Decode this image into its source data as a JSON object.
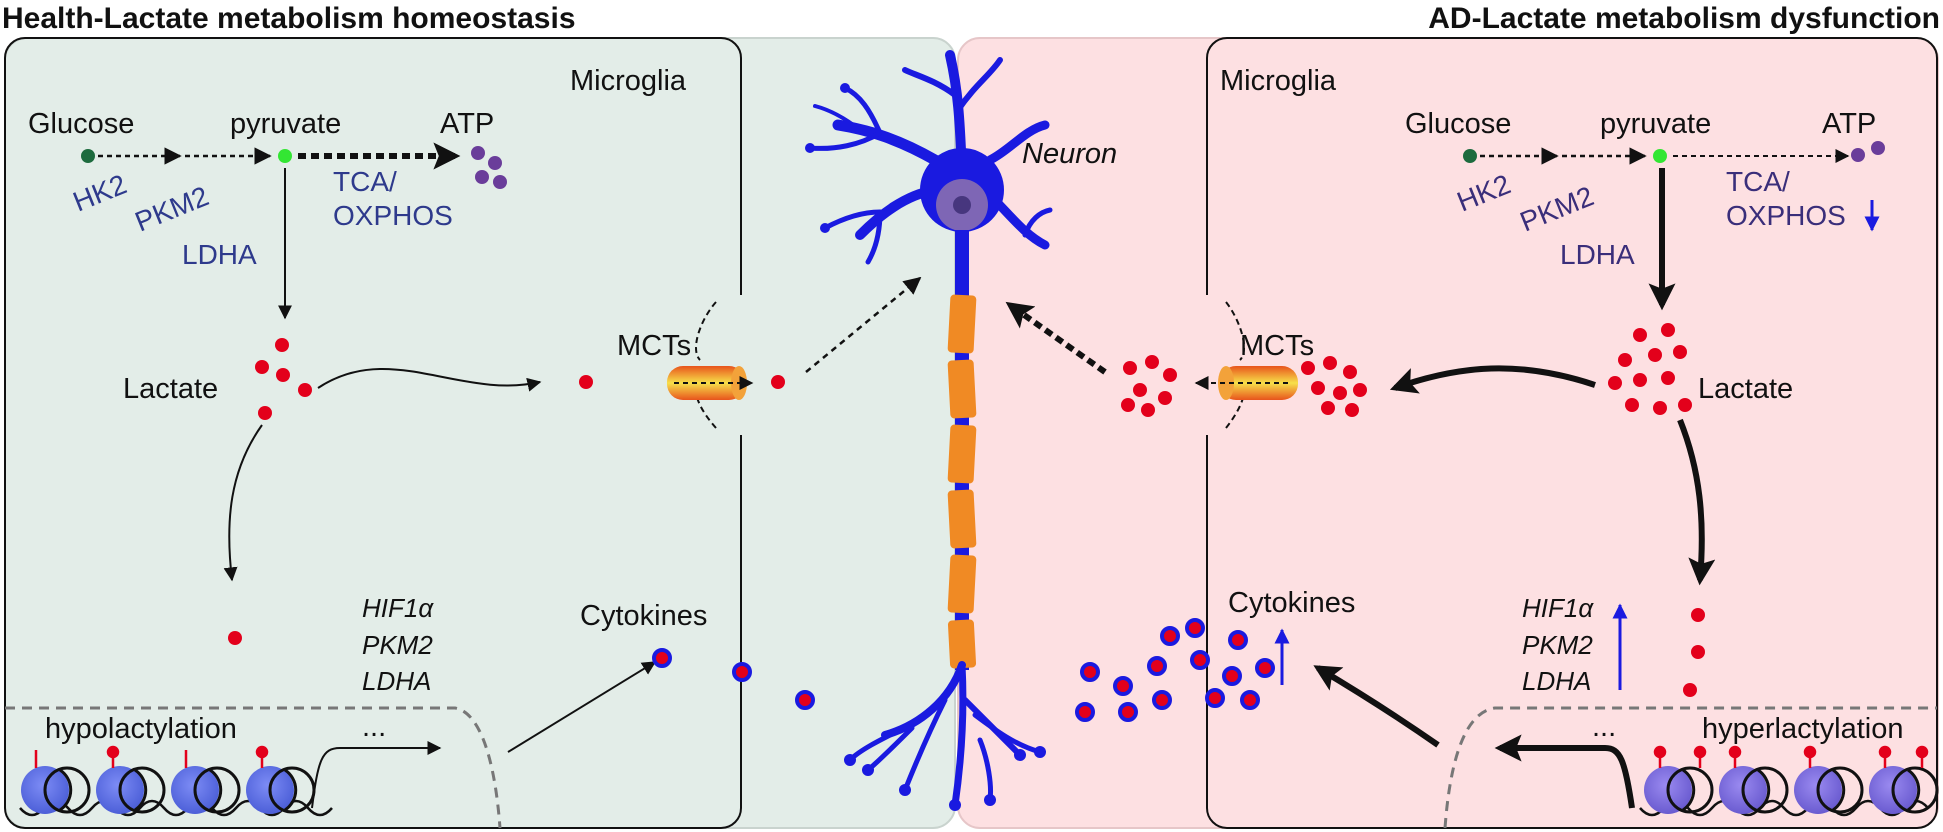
{
  "titles": {
    "left": "Health-Lactate metabolism homeostasis",
    "right": "AD-Lactate metabolism dysfunction"
  },
  "left": {
    "cell_label": "Microglia",
    "glucose": "Glucose",
    "pyruvate": "pyruvate",
    "atp": "ATP",
    "hk2": "HK2",
    "pkm2": "PKM2",
    "tca": "TCA/",
    "oxphos": "OXPHOS",
    "ldha": "LDHA",
    "lactate": "Lactate",
    "mcts": "MCTs",
    "cytokines": "Cytokines",
    "genes": [
      "HIF1α",
      "PKM2",
      "LDHA"
    ],
    "ellipsis": "...",
    "lactylation": "hypolactylation"
  },
  "neuron_label": "Neuron",
  "right": {
    "cell_label": "Microglia",
    "glucose": "Glucose",
    "pyruvate": "pyruvate",
    "atp": "ATP",
    "hk2": "HK2",
    "pkm2": "PKM2",
    "tca": "TCA/",
    "oxphos": "OXPHOS",
    "ldha": "LDHA",
    "lactate": "Lactate",
    "mcts": "MCTs",
    "cytokines": "Cytokines",
    "genes": [
      "HIF1α",
      "PKM2",
      "LDHA"
    ],
    "ellipsis": "...",
    "lactylation": "hyperlactylation"
  },
  "colors": {
    "health_bg": "#e3ede8",
    "ad_bg": "#fde0e2",
    "neuron": "#1a1ae0",
    "myelin": "#f08a24",
    "lactate_dot": "#e3001b",
    "glucose_dot": "#1d6b3e",
    "pyruvate_dot": "#33e633",
    "atp_dot": "#6a3d9a",
    "histone": "#5b6fe8",
    "enzyme_text": "#2e3a8c",
    "regulation_arrow": "#1a1ae0"
  }
}
